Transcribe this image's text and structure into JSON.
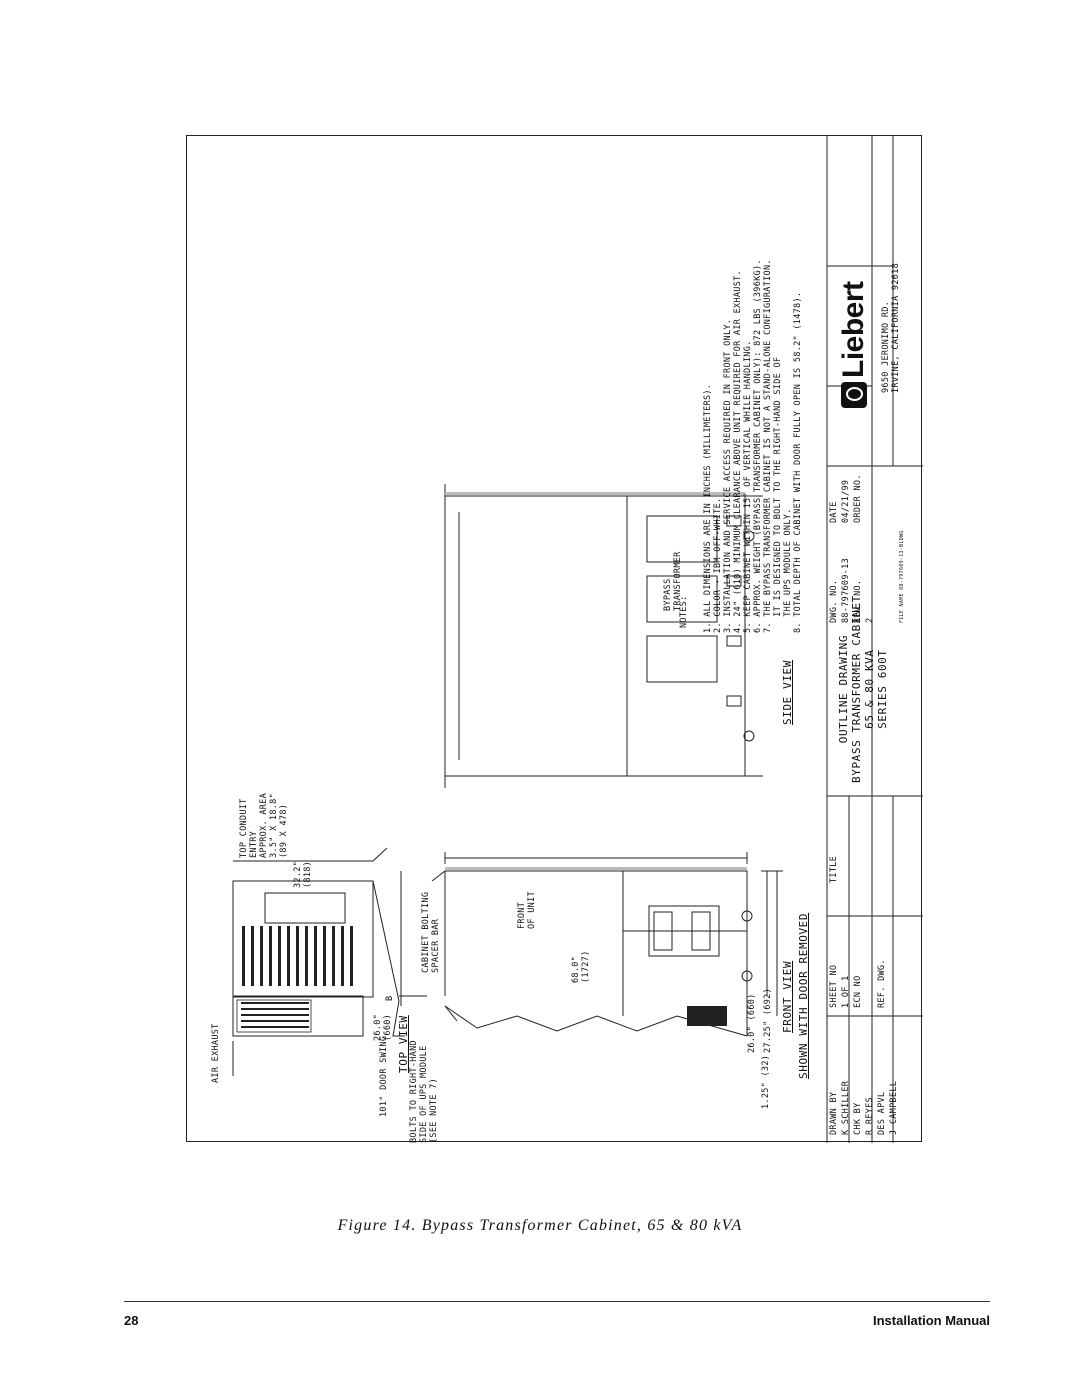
{
  "drawing": {
    "labels": {
      "air_exhaust": "AIR EXHAUST",
      "door_swing": "101° DOOR SWING",
      "bolts": "BOLTS TO RIGHT-HAND\nSIDE OF UPS MODULE\n(SEE NOTE 7)",
      "top_conduit": "TOP CONDUIT\nENTRY\nAPPROX. AREA\n3.5\" X 18.8\"\n(89 X 478)",
      "dim_322": "32.2\"\n(818)",
      "dim_260_top": "26.0\"\n(660)",
      "top_view": "TOP VIEW",
      "marker_b": "B",
      "cabinet_bolting": "CABINET BOLTING\nSPACER BAR",
      "dim_680": "68.0\"\n(1727)",
      "front_of_unit": "FRONT\nOF UNIT",
      "dim_260_front": "26.0\" (660)",
      "dim_2725": "27.25\" (692)",
      "dim_125": "1.25\" (32)",
      "front_view": "FRONT VIEW",
      "shown_with": "SHOWN WITH DOOR REMOVED",
      "side_view": "SIDE VIEW",
      "bypass_transformer": "BYPASS\nTRANSFORMER"
    },
    "notes": {
      "heading": "NOTES:",
      "items": [
        "1. ALL DIMENSIONS ARE IN INCHES (MILLIMETERS).",
        "2. COLOR - IBM OFF-WHITE.",
        "3. INSTALLATION AND SERVICE ACCESS REQUIRED IN FRONT ONLY.",
        "4. 24\" (610) MINIMUM CLEARANCE ABOVE UNIT REQUIRED FOR AIR EXHAUST.",
        "5. KEEP CABINET WITHIN 15° OF VERTICAL WHILE HANDLING.",
        "6. APPROX. WEIGHT (BYPASS TRANSFORMER CABINET ONLY): 872 LBS (396KG).",
        "7. THE BYPASS TRANSFORMER CABINET IS NOT A STAND-ALONE CONFIGURATION.",
        "   IT IS DESIGNED TO BOLT TO THE RIGHT-HAND SIDE OF",
        "   THE UPS MODULE ONLY.",
        "8. TOTAL DEPTH OF CABINET WITH DOOR FULLY OPEN IS 58.2\" (1478)."
      ]
    },
    "title_block": {
      "drawn_by_label": "DRAWN BY",
      "drawn_by": "K SCHILLER",
      "chk_by_label": "CHK BY",
      "chk_by": "R REYES",
      "des_apvl_label": "DES APVL",
      "des_apvl": "J CAMPBELL",
      "sheet_no_label": "SHEET NO",
      "sheet_no": "1 OF 1",
      "ecn_no_label": "ECN NO",
      "ref_dwg_label": "REF. DWG.",
      "title_label": "TITLE",
      "title_lines": "OUTLINE DRAWING\nBYPASS TRANSFORMER CABINET\n65 & 80 KVA\nSERIES 600T",
      "dwg_no_label": "DWG. NO.",
      "dwg_no": "88-797609-13",
      "date_label": "DATE",
      "date": "04/21/99",
      "rev_no_label": "REV. NO.",
      "rev_no": "2",
      "order_no_label": "ORDER NO.",
      "file_name": "FILE NAME 88-797609-13-BLDWG",
      "company": "Liebert",
      "address": "9650 JERONIMO RD.\nIRVINE, CALIFORNIA 92618"
    }
  },
  "caption": "Figure 14. Bypass Transformer Cabinet, 65 & 80 kVA",
  "footer": {
    "page_number": "28",
    "manual_title": "Installation Manual"
  }
}
